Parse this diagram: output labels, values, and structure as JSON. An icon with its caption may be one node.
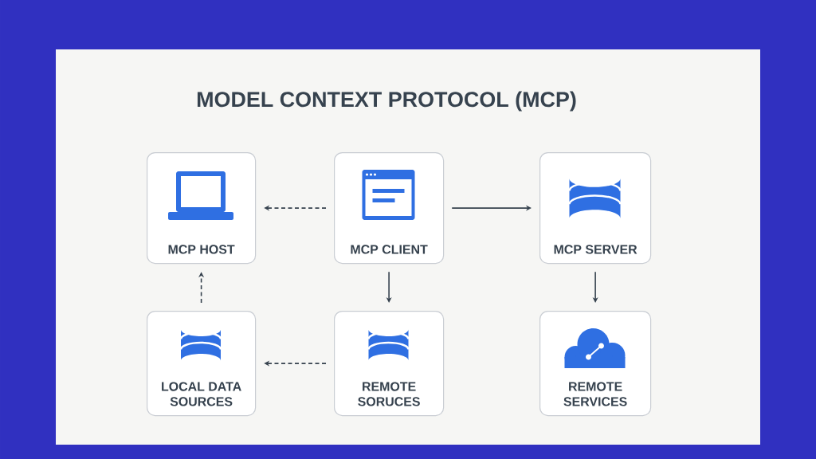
{
  "diagram": {
    "title": "MODEL CONTEXT PROTOCOL (MCP)",
    "nodes": [
      {
        "text": [
          "MCP HOST"
        ]
      },
      {
        "text": [
          "MCP CLIENT"
        ]
      },
      {
        "text": [
          "MCP SERVER"
        ]
      },
      {
        "text": [
          "LOCAL DATA SOURCES"
        ]
      },
      {
        "text": [
          "REMOTE SORUCES"
        ]
      },
      {
        "text": [
          "REMOTE SERVICES"
        ]
      }
    ],
    "edges": [
      {
        "from": 1,
        "to": 0,
        "arrow": "to",
        "style": "dashed"
      },
      {
        "from": 1,
        "to": 2,
        "arrow": "to"
      },
      {
        "from": 1,
        "to": 4,
        "arrow": "to"
      },
      {
        "from": 2,
        "to": 5,
        "arrow": "to"
      },
      {
        "from": 3,
        "to": 0,
        "arrow": "to",
        "style": "dashed"
      },
      {
        "from": 4,
        "to": 3,
        "arrow": "to",
        "style": "dashed"
      }
    ]
  }
}
